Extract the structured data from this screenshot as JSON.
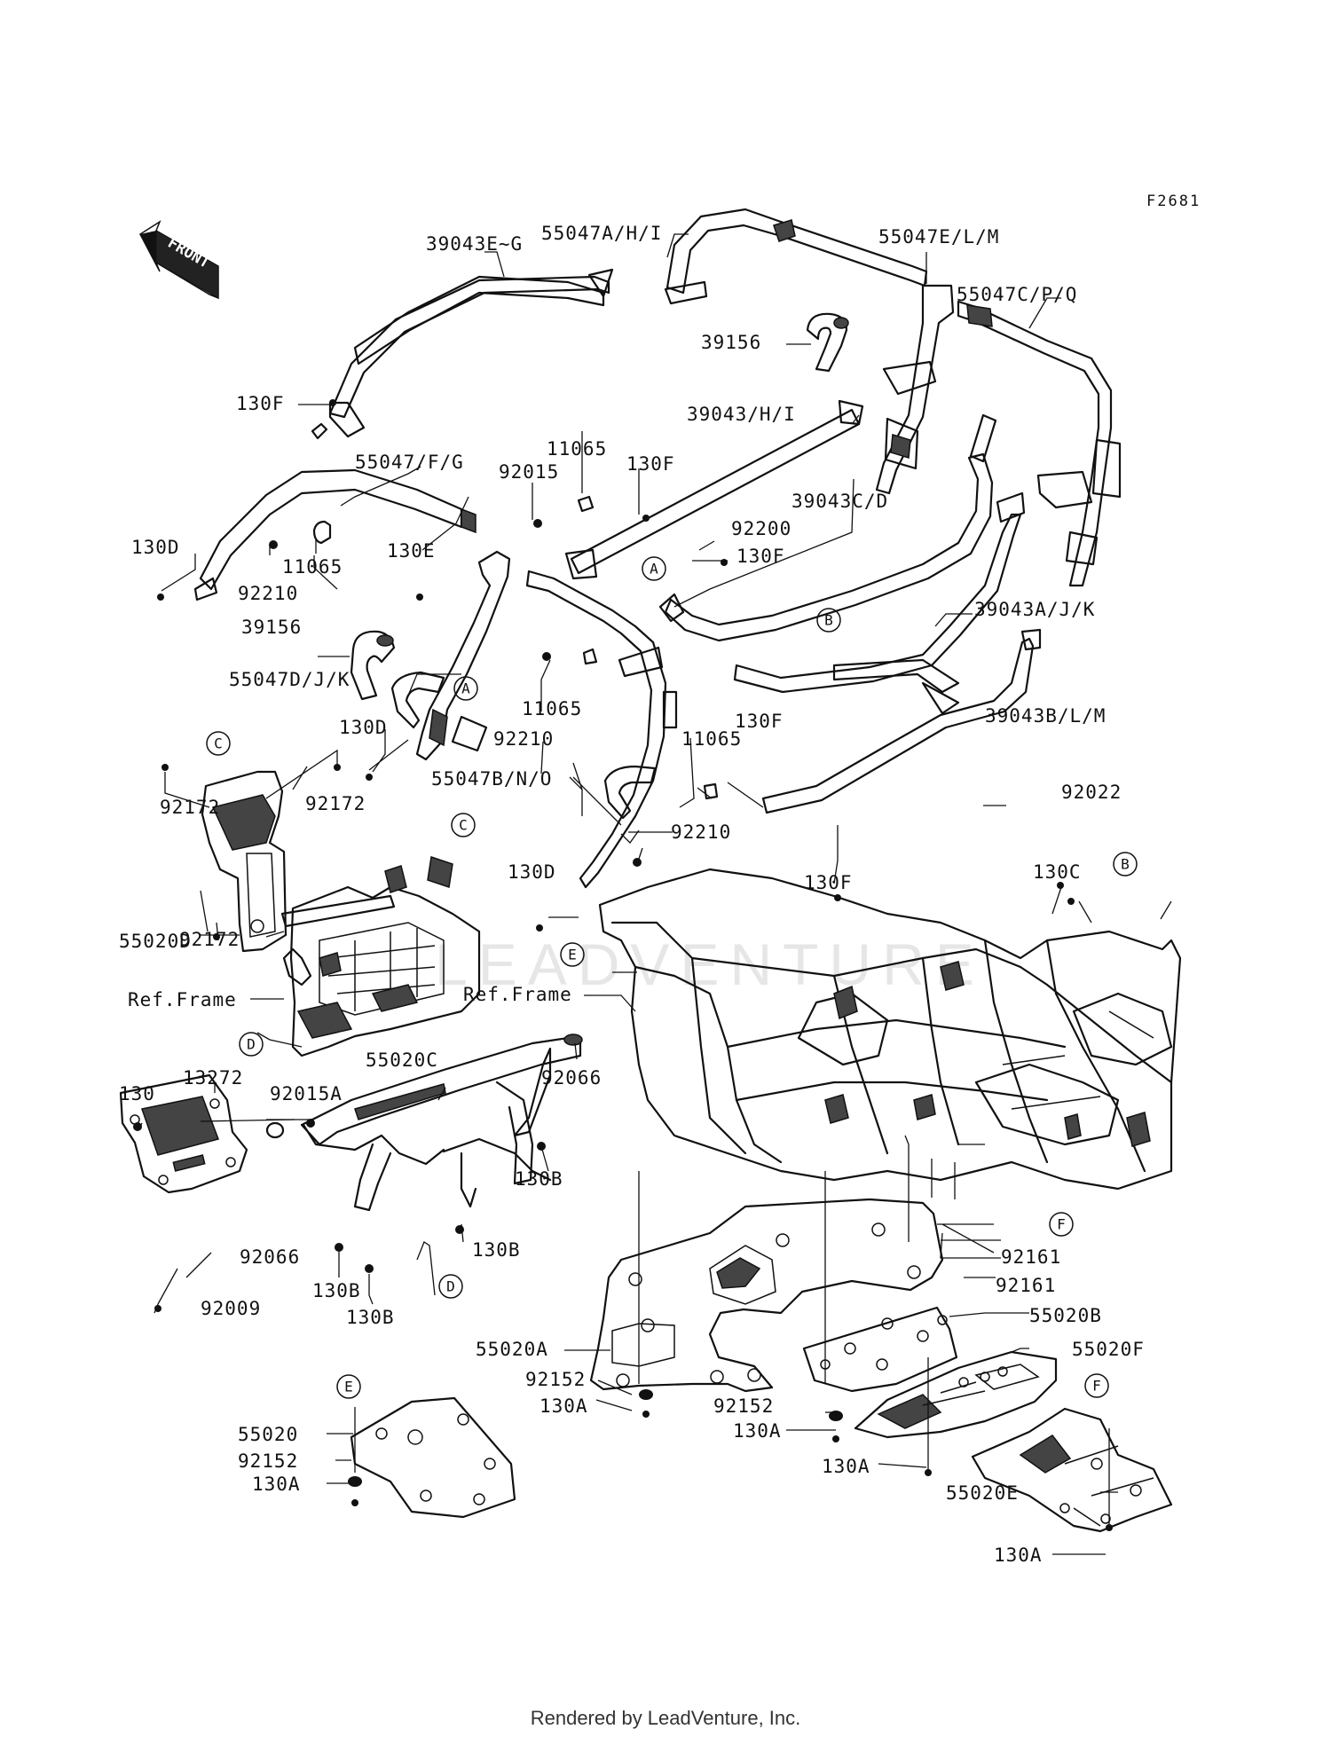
{
  "figure_code": "F2681",
  "front_arrow_label": "FRONT",
  "ref_frame_label": "Ref.Frame",
  "footer": "Rendered by LeadVenture, Inc.",
  "watermark": "LEADVENTURE",
  "callouts": [
    "A",
    "B",
    "C",
    "D",
    "E",
    "F"
  ],
  "part_labels": [
    "55047A/H/I",
    "55047E/L/M",
    "55047C/P/Q",
    "39043E~G",
    "39156",
    "130F",
    "39043/H/I",
    "11065",
    "55047/F/G",
    "92015",
    "130F",
    "39043C/D",
    "92200",
    "130F",
    "130D",
    "92210",
    "11065",
    "130E",
    "39156",
    "39043A/J/K",
    "55047D/J/K",
    "11065",
    "130D",
    "92210",
    "130F",
    "92172",
    "92172",
    "55047B/N/O",
    "11065",
    "39043B/L/M",
    "92022",
    "55020D",
    "130D",
    "92210",
    "130F",
    "130C",
    "92172",
    "Ref.Frame",
    "Ref.Frame",
    "13272",
    "55020C",
    "92066",
    "130",
    "92015A",
    "130B",
    "130B",
    "92066",
    "130B",
    "130B",
    "92009",
    "92161",
    "92161",
    "55020B",
    "55020F",
    "55020A",
    "92152",
    "130A",
    "92152",
    "130A",
    "130A",
    "55020",
    "92152",
    "130A",
    "55020E",
    "130A"
  ]
}
